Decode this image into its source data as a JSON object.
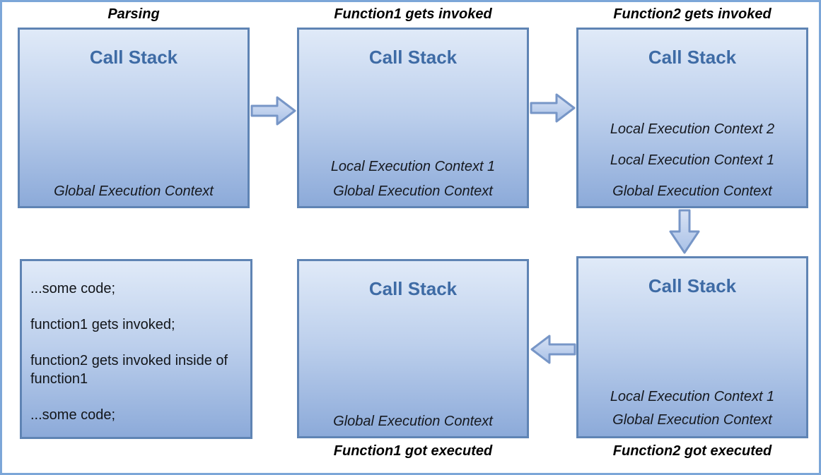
{
  "colors": {
    "outer_border": "#7ca6d8",
    "box_border": "#5f84b4",
    "box_fill_top": "#e0eaf8",
    "box_fill_bottom": "#8caad9",
    "heading_text": "#3e6ba5",
    "context_text": "#16191f",
    "title_text": "#000000",
    "arrow_stroke": "#7796c7",
    "arrow_fill_top": "#d8e2f4",
    "arrow_fill_bottom": "#a9c1e7"
  },
  "panels": [
    {
      "title": "Parsing",
      "heading": "Call Stack",
      "contexts": [
        "Global Execution Context"
      ]
    },
    {
      "title": "Function1 gets invoked",
      "heading": "Call Stack",
      "contexts": [
        "Local Execution Context 1",
        "Global Execution Context"
      ]
    },
    {
      "title": "Function2 gets invoked",
      "heading": "Call Stack",
      "contexts": [
        "Local Execution Context 2",
        "Local Execution Context 1",
        "Global Execution Context"
      ]
    },
    {
      "caption": "Function1 got executed",
      "heading": "Call Stack",
      "contexts": [
        "Global Execution Context"
      ]
    },
    {
      "caption": "Function2 got executed",
      "heading": "Call Stack",
      "contexts": [
        "Local Execution Context 1",
        "Global Execution Context"
      ]
    }
  ],
  "code_box": {
    "lines": [
      "...some code;",
      "function1 gets invoked;",
      "function2 gets invoked inside of function1",
      "...some code;"
    ]
  },
  "arrows": [
    {
      "name": "arrow-parsing-to-function1",
      "direction": "right"
    },
    {
      "name": "arrow-function1-to-function2",
      "direction": "right"
    },
    {
      "name": "arrow-function2-to-executed",
      "direction": "down"
    },
    {
      "name": "arrow-function2exec-to-function1exec",
      "direction": "left"
    }
  ]
}
